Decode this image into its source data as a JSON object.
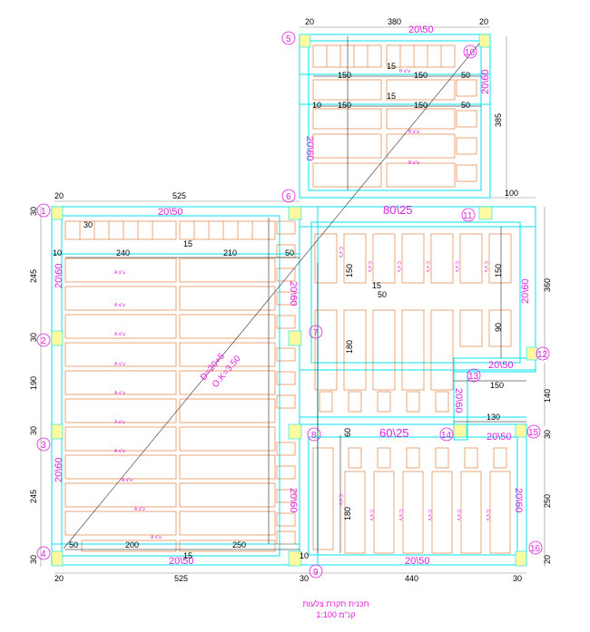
{
  "title": {
    "line1": "תכנית תקרת צלעות",
    "line2": "קנ\"מ 1:100"
  },
  "dimensions": {
    "top": [
      "20",
      "380",
      "20"
    ],
    "left_top": [
      "20",
      "525"
    ],
    "bottom": [
      "20",
      "525",
      "30",
      "440",
      "30"
    ],
    "left_side": [
      "30",
      "245",
      "30",
      "190",
      "30",
      "245",
      "30"
    ],
    "right_upper": "385",
    "right_100": "100",
    "right_360": "360",
    "right_140": "140",
    "right_250": "250",
    "right_30": "30",
    "right_20": "20"
  },
  "beams": {
    "top_upper": "20\\50",
    "top_left": "20\\50",
    "mid_upper": "80\\25",
    "mid_lower": "60\\25",
    "bottom_left": "20\\50",
    "bottom_right": "20\\50",
    "lower_right_top": "20\\50",
    "small_right": "20\\50",
    "left_upper": "20\\60",
    "left_lower": "20\\60",
    "upper_left_col": "20\\60",
    "upper_right_col": "20\\60",
    "center_upper": "20\\60",
    "center_lower": "20\\60",
    "right_mid": "20\\60",
    "right_lower": "20\\60",
    "small_vertical": "20\\60"
  },
  "nodes": [
    "1",
    "2",
    "3",
    "4",
    "5",
    "6",
    "7",
    "8",
    "9",
    "10",
    "11",
    "12",
    "13",
    "14",
    "15",
    "16"
  ],
  "diagonal": {
    "d": "D=20+5",
    "ok": "O.K=3.50"
  },
  "rib_label": "A ע\"צ",
  "rib_label_b": "B ע\"צ",
  "rib_label_c": "C ע\"צ",
  "inner_dims": {
    "left_top_30": "30",
    "left_240": "240",
    "left_210": "210",
    "left_10a": "10",
    "left_15a": "15",
    "left_50a": "50",
    "left_10b": "10",
    "left_200": "200",
    "left_250": "250",
    "left_50b": "50",
    "left_15b": "15",
    "left_10c": "10",
    "upper_150a": "150",
    "upper_150b": "150",
    "upper_50": "50",
    "upper_15": "15",
    "upper_10": "10",
    "upper_150c": "150",
    "upper_150d": "150",
    "upper_50b": "50",
    "upper_15b": "15",
    "center_15": "15",
    "center_50": "50",
    "center_150": "150",
    "center_180": "180",
    "center_90": "90",
    "right_150": "150",
    "right_130": "130",
    "lower_180": "180",
    "lower_60": "60"
  },
  "colors": {
    "beam": "#e020e0",
    "outline": "#00e5ee",
    "ribs": "#e08040",
    "column": "#fffaa0"
  }
}
